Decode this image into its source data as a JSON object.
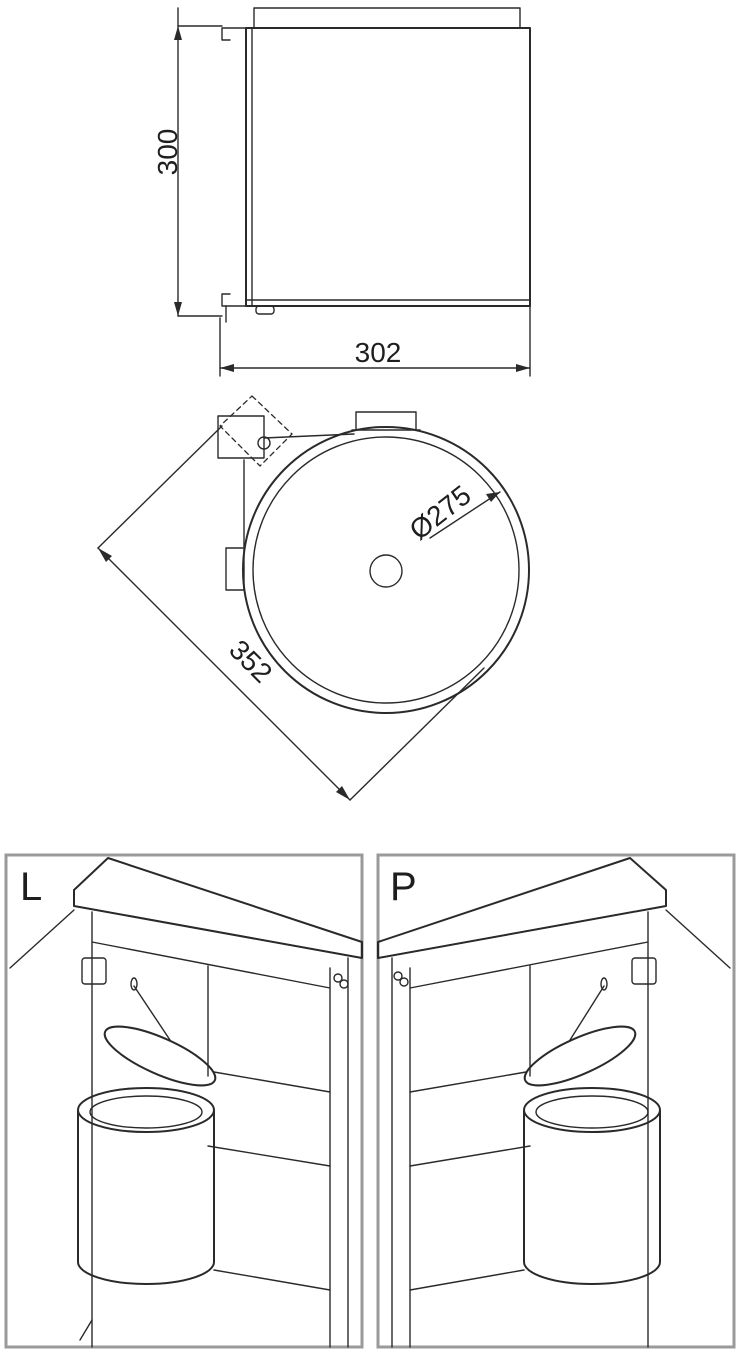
{
  "dimensions": {
    "height_label": "300",
    "width_label": "302",
    "diameter_label": "Ø275",
    "diagonal_label": "352"
  },
  "views": {
    "left_label": "L",
    "right_label": "P"
  },
  "colors": {
    "line": "#2a2a2a",
    "frame": "#9a9a9a",
    "background": "#ffffff"
  }
}
